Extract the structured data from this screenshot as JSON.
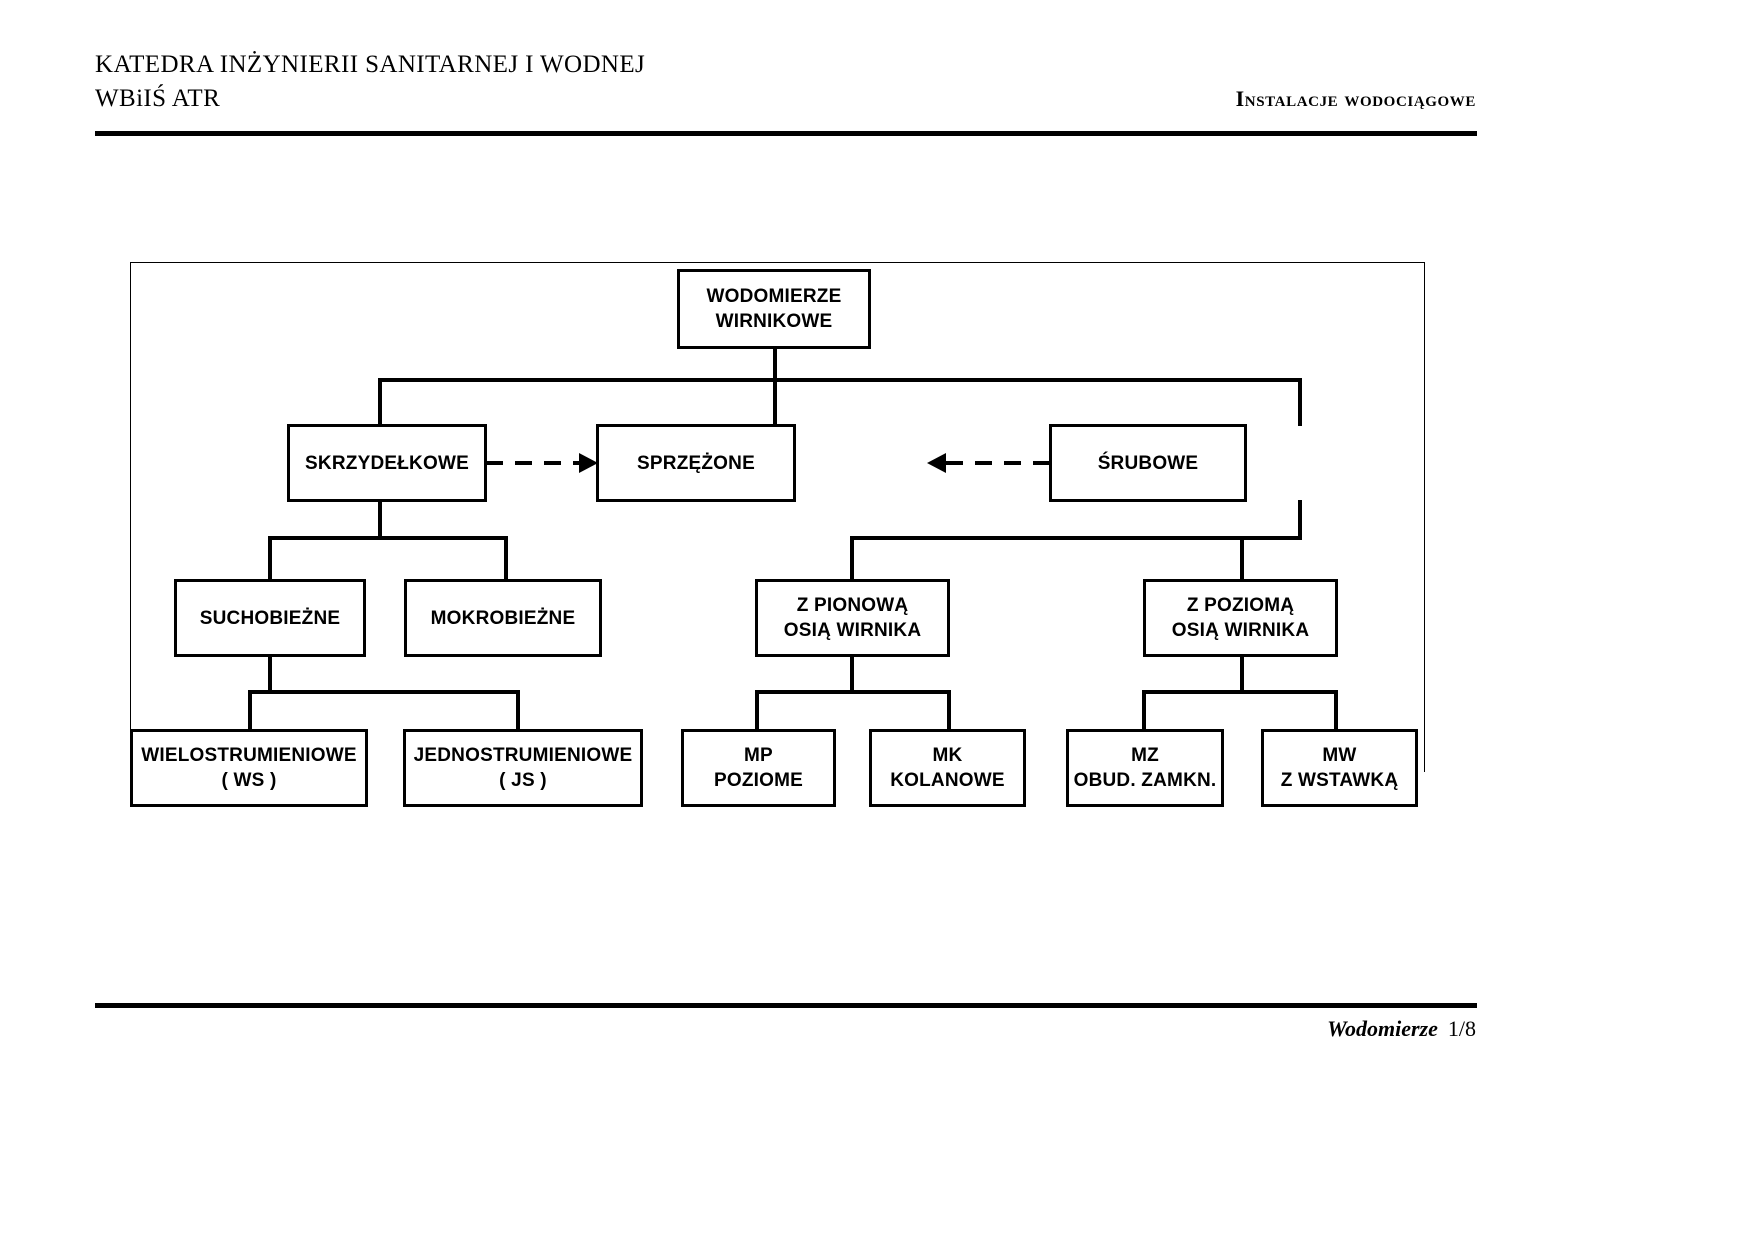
{
  "header": {
    "left_line1": "KATEDRA INŻYNIERII SANITARNEJ I WODNEJ",
    "left_line2": "WBiIŚ ATR",
    "right_title": "Instalacje wodociągowe"
  },
  "footer": {
    "doc_name": "Wodomierze",
    "page_number": "1/8"
  },
  "diagram": {
    "type": "hierarchy-tree",
    "nodes": [
      {
        "id": "root",
        "label": "WODOMIERZE\nWIRNIKOWE",
        "level": 0
      },
      {
        "id": "skrzydelkowe",
        "label": "SKRZYDEŁKOWE",
        "level": 1
      },
      {
        "id": "sprzezone",
        "label": "SPRZĘŻONE",
        "level": 1
      },
      {
        "id": "srubowe",
        "label": "ŚRUBOWE",
        "level": 1
      },
      {
        "id": "suchobiezne",
        "label": "SUCHOBIEŻNE",
        "level": 2
      },
      {
        "id": "mokrobiezne",
        "label": "MOKROBIEŻNE",
        "level": 2
      },
      {
        "id": "pionowa",
        "label": "Z PIONOWĄ\nOSIĄ WIRNIKA",
        "level": 2
      },
      {
        "id": "pozioma",
        "label": "Z POZIOMĄ\nOSIĄ WIRNIKA",
        "level": 2
      },
      {
        "id": "wielostrum",
        "label": "WIELOSTRUMIENIOWE\n( WS )",
        "level": 3
      },
      {
        "id": "jednostrum",
        "label": "JEDNOSTRUMIENIOWE\n( JS )",
        "level": 3
      },
      {
        "id": "mp",
        "label": "MP\nPOZIOME",
        "level": 3
      },
      {
        "id": "mk",
        "label": "MK\nKOLANOWE",
        "level": 3
      },
      {
        "id": "mz",
        "label": "MZ\nOBUD. ZAMKN.",
        "level": 3
      },
      {
        "id": "mw",
        "label": "MW\nZ WSTAWKĄ",
        "level": 3
      }
    ],
    "edges": [
      {
        "from": "root",
        "to": "skrzydelkowe",
        "style": "solid"
      },
      {
        "from": "root",
        "to": "sprzezone",
        "style": "solid"
      },
      {
        "from": "root",
        "to": "srubowe",
        "style": "solid"
      },
      {
        "from": "skrzydelkowe",
        "to": "sprzezone",
        "style": "dashed-arrow"
      },
      {
        "from": "srubowe",
        "to": "sprzezone",
        "style": "dashed-arrow"
      },
      {
        "from": "skrzydelkowe",
        "to": "suchobiezne",
        "style": "solid"
      },
      {
        "from": "skrzydelkowe",
        "to": "mokrobiezne",
        "style": "solid"
      },
      {
        "from": "srubowe",
        "to": "pionowa",
        "style": "solid"
      },
      {
        "from": "srubowe",
        "to": "pozioma",
        "style": "solid"
      },
      {
        "from": "suchobiezne",
        "to": "wielostrum",
        "style": "solid"
      },
      {
        "from": "suchobiezne",
        "to": "jednostrum",
        "style": "solid"
      },
      {
        "from": "pionowa",
        "to": "mp",
        "style": "solid"
      },
      {
        "from": "pionowa",
        "to": "mk",
        "style": "solid"
      },
      {
        "from": "pozioma",
        "to": "mz",
        "style": "solid"
      },
      {
        "from": "pozioma",
        "to": "mw",
        "style": "solid"
      }
    ],
    "colors": {
      "line": "#000000",
      "box_fill": "#ffffff",
      "text": "#000000"
    }
  }
}
